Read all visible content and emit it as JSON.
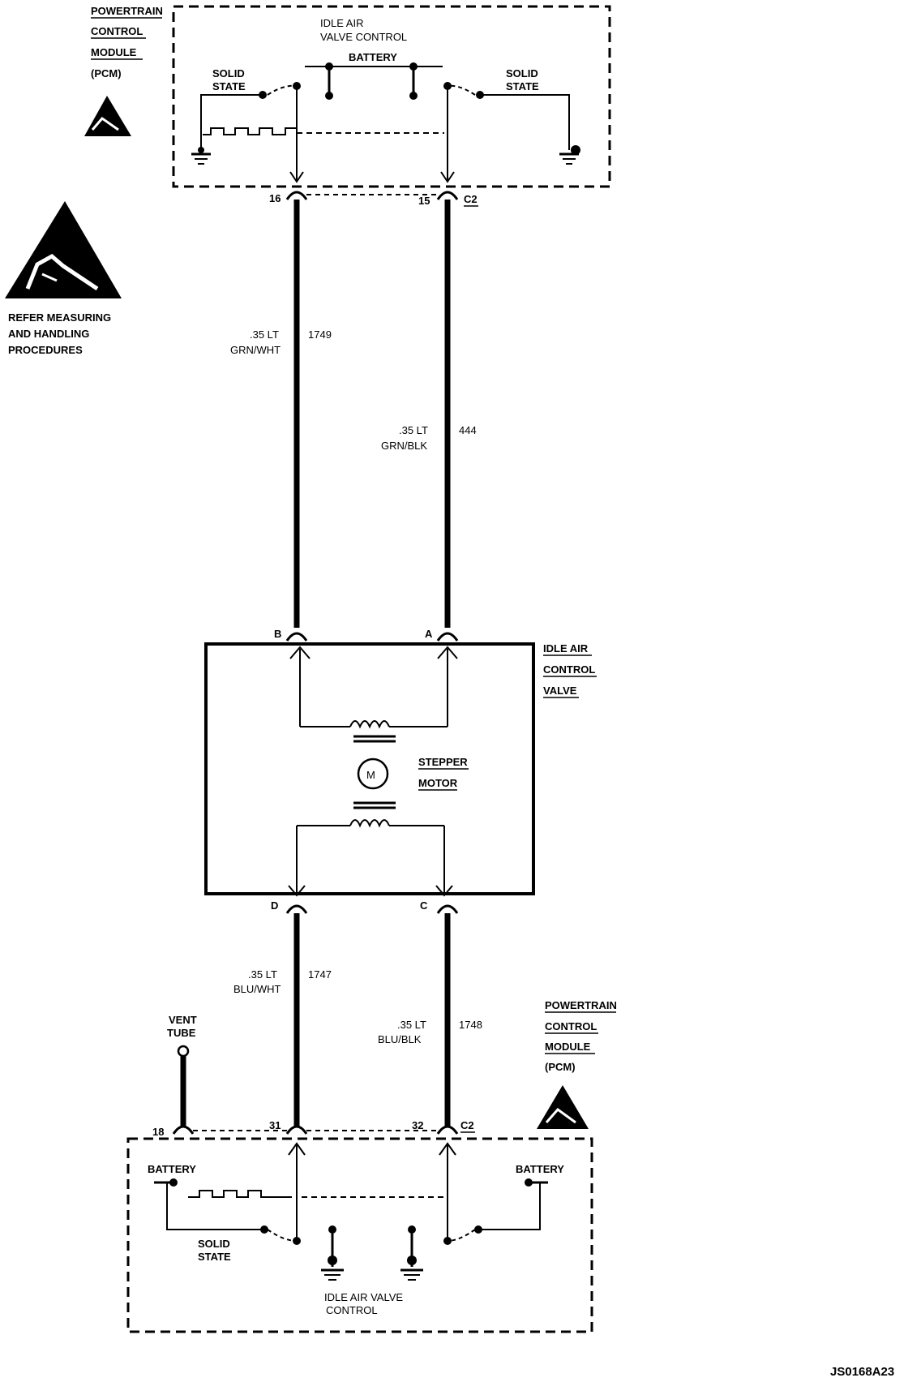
{
  "pcm_top": {
    "title_lines": [
      "POWERTRAIN",
      "CONTROL",
      "MODULE",
      "(PCM)"
    ],
    "idle_air_lines": [
      "IDLE AIR",
      "VALVE CONTROL"
    ],
    "battery": "BATTERY",
    "solid_state_left": [
      "SOLID",
      "STATE"
    ],
    "solid_state_right": [
      "SOLID",
      "STATE"
    ],
    "pin_left": "16",
    "pin_right": "15",
    "connector": "C2"
  },
  "esd_notice": {
    "lines": [
      "REFER MEASURING",
      "AND HANDLING",
      "PROCEDURES"
    ]
  },
  "wire_1749": {
    "size": ".35 LT",
    "color": "GRN/WHT",
    "circuit": "1749"
  },
  "wire_444": {
    "size": ".35 LT",
    "color": "GRN/BLK",
    "circuit": "444"
  },
  "iac_valve": {
    "title_lines": [
      "IDLE AIR",
      "CONTROL",
      "VALVE"
    ],
    "motor_symbol": "M",
    "stepper_lines": [
      "STEPPER",
      "MOTOR"
    ],
    "pin_b": "B",
    "pin_a": "A",
    "pin_d": "D",
    "pin_c": "C"
  },
  "wire_1747": {
    "size": ".35 LT",
    "color": "BLU/WHT",
    "circuit": "1747"
  },
  "wire_1748": {
    "size": ".35 LT",
    "color": "BLU/BLK",
    "circuit": "1748"
  },
  "vent_tube": {
    "lines": [
      "VENT",
      "TUBE"
    ],
    "pin": "18"
  },
  "pcm_bottom": {
    "title_lines": [
      "POWERTRAIN",
      "CONTROL",
      "MODULE",
      "(PCM)"
    ],
    "pin_left": "31",
    "pin_right": "32",
    "connector": "C2",
    "battery_left": "BATTERY",
    "battery_right": "BATTERY",
    "solid_state": [
      "SOLID",
      "STATE"
    ],
    "idle_air_lines": [
      "IDLE AIR VALVE",
      "CONTROL"
    ]
  },
  "figure_code": "JS0168A23"
}
